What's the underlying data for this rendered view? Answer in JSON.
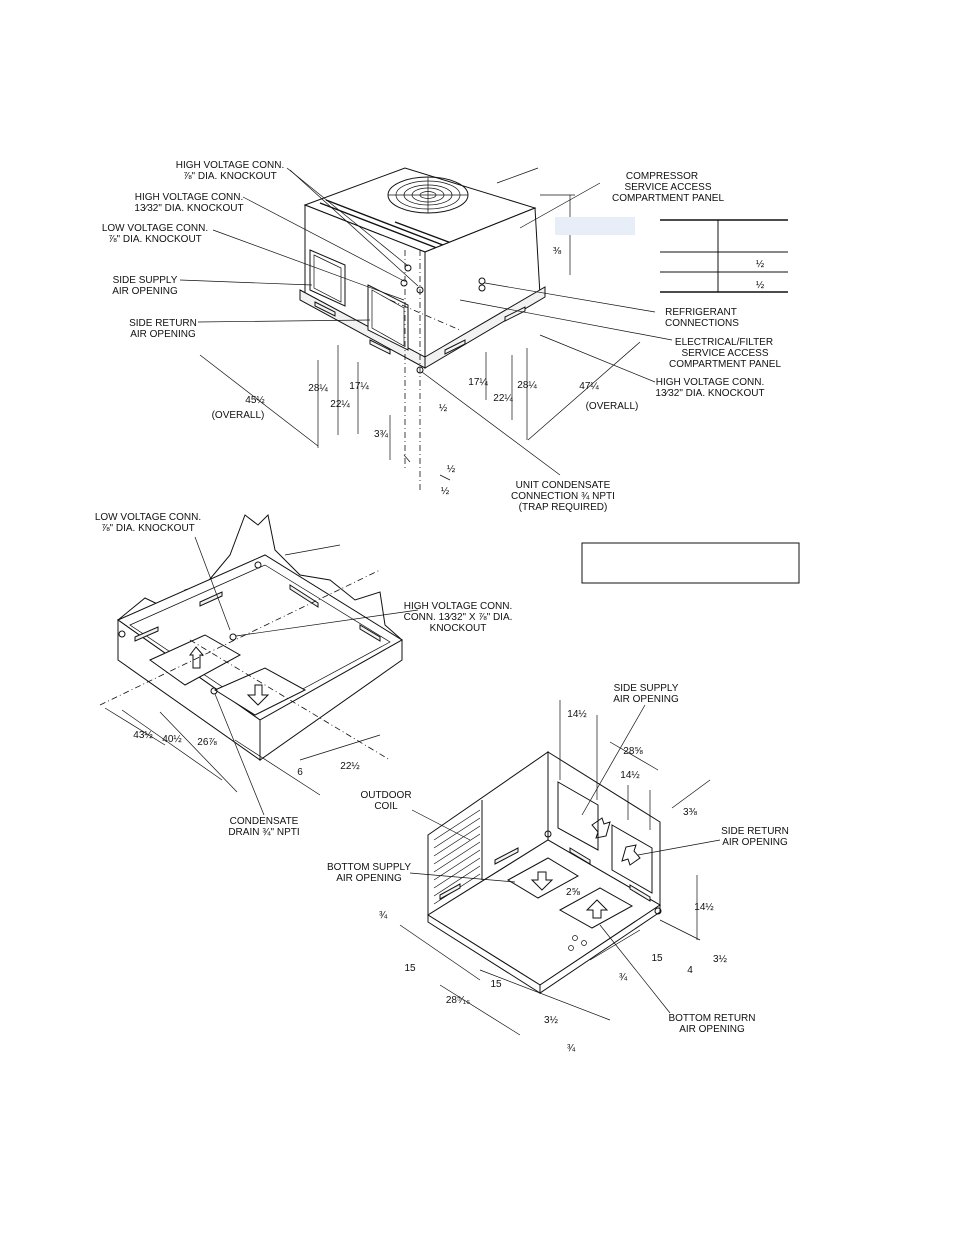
{
  "top_view": {
    "labels": {
      "hv_conn_a_1": "HIGH VOLTAGE CONN.",
      "hv_conn_a_2": "⅞\" DIA. KNOCKOUT",
      "hv_conn_b_1": "HIGH VOLTAGE CONN.",
      "hv_conn_b_2": "13⁄32\" DIA. KNOCKOUT",
      "lv_conn_1": "LOW VOLTAGE CONN.",
      "lv_conn_2": "⅞\" DIA. KNOCKOUT",
      "side_supply_1": "SIDE SUPPLY",
      "side_supply_2": "AIR OPENING",
      "side_return_1": "SIDE RETURN",
      "side_return_2": "AIR OPENING",
      "compressor_1": "COMPRESSOR",
      "compressor_2": "SERVICE ACCESS",
      "compressor_3": "COMPARTMENT PANEL",
      "refrigerant_1": "REFRIGERANT",
      "refrigerant_2": "CONNECTIONS",
      "electrical_1": "ELECTRICAL/FILTER",
      "electrical_2": "SERVICE ACCESS",
      "electrical_3": "COMPARTMENT PANEL",
      "hv_conn_c_1": "HIGH VOLTAGE CONN.",
      "hv_conn_c_2": "13⁄32\" DIA. KNOCKOUT",
      "condensate_1": "UNIT CONDENSATE",
      "condensate_2": "CONNECTION ¾ NPTI",
      "condensate_3": "(TRAP REQUIRED)",
      "overall_left": "(OVERALL)",
      "overall_right": "(OVERALL)"
    },
    "dims": {
      "d_left_overall": "45½",
      "d_right_overall": "47¼",
      "d_28_left": "28¼",
      "d_22_left": "22¼",
      "d_17_left": "17¼",
      "d_3_left": "3¾",
      "d_half_a": "½",
      "d_half_b": "½",
      "d_half_c": "½",
      "d_17_right": "17¼",
      "d_22_right": "22¼",
      "d_28_right": "28¼",
      "d_vert_top": "⅜"
    },
    "table_values": [
      "½",
      "½"
    ]
  },
  "bottom_left_view": {
    "labels": {
      "lv_1": "LOW VOLTAGE CONN.",
      "lv_2": "⅞\" DIA. KNOCKOUT",
      "hv_1": "HIGH VOLTAGE CONN.",
      "hv_2": "CONN. 13⁄32\" x ⅞\" DIA.",
      "hv_3": "KNOCKOUT",
      "cd_1": "CONDENSATE",
      "cd_2": "DRAIN ¾\" NPTI"
    },
    "dims": {
      "d_43": "43½",
      "d_40": "40½",
      "d_26": "26⅞",
      "d_6": "6",
      "d_22": "22½"
    }
  },
  "bottom_right_view": {
    "labels": {
      "ss_1": "SIDE SUPPLY",
      "ss_2": "AIR OPENING",
      "od_1": "OUTDOOR",
      "od_2": "COIL",
      "bs_1": "BOTTOM SUPPLY",
      "bs_2": "AIR OPENING",
      "sr_1": "SIDE RETURN",
      "sr_2": "AIR OPENING",
      "br_1": "BOTTOM RETURN",
      "br_2": "AIR OPENING"
    },
    "dims": {
      "d_14_top": "14½",
      "d_28_top": "28⅝",
      "d_14_mid": "14½",
      "d_3_mid": "3⅜",
      "d_2": "2⅝",
      "d_14_side": "14½",
      "d_3_side": "3½",
      "d_4": "4",
      "d_15_right": "15",
      "d_3q_a": "¾",
      "d_3q_b": "¾",
      "d_15_a": "15",
      "d_15_b": "15",
      "d_28_bottom": "28⁵⁄₁₆",
      "d_3_bottom": "3½",
      "d_3q_c": "¾"
    }
  }
}
